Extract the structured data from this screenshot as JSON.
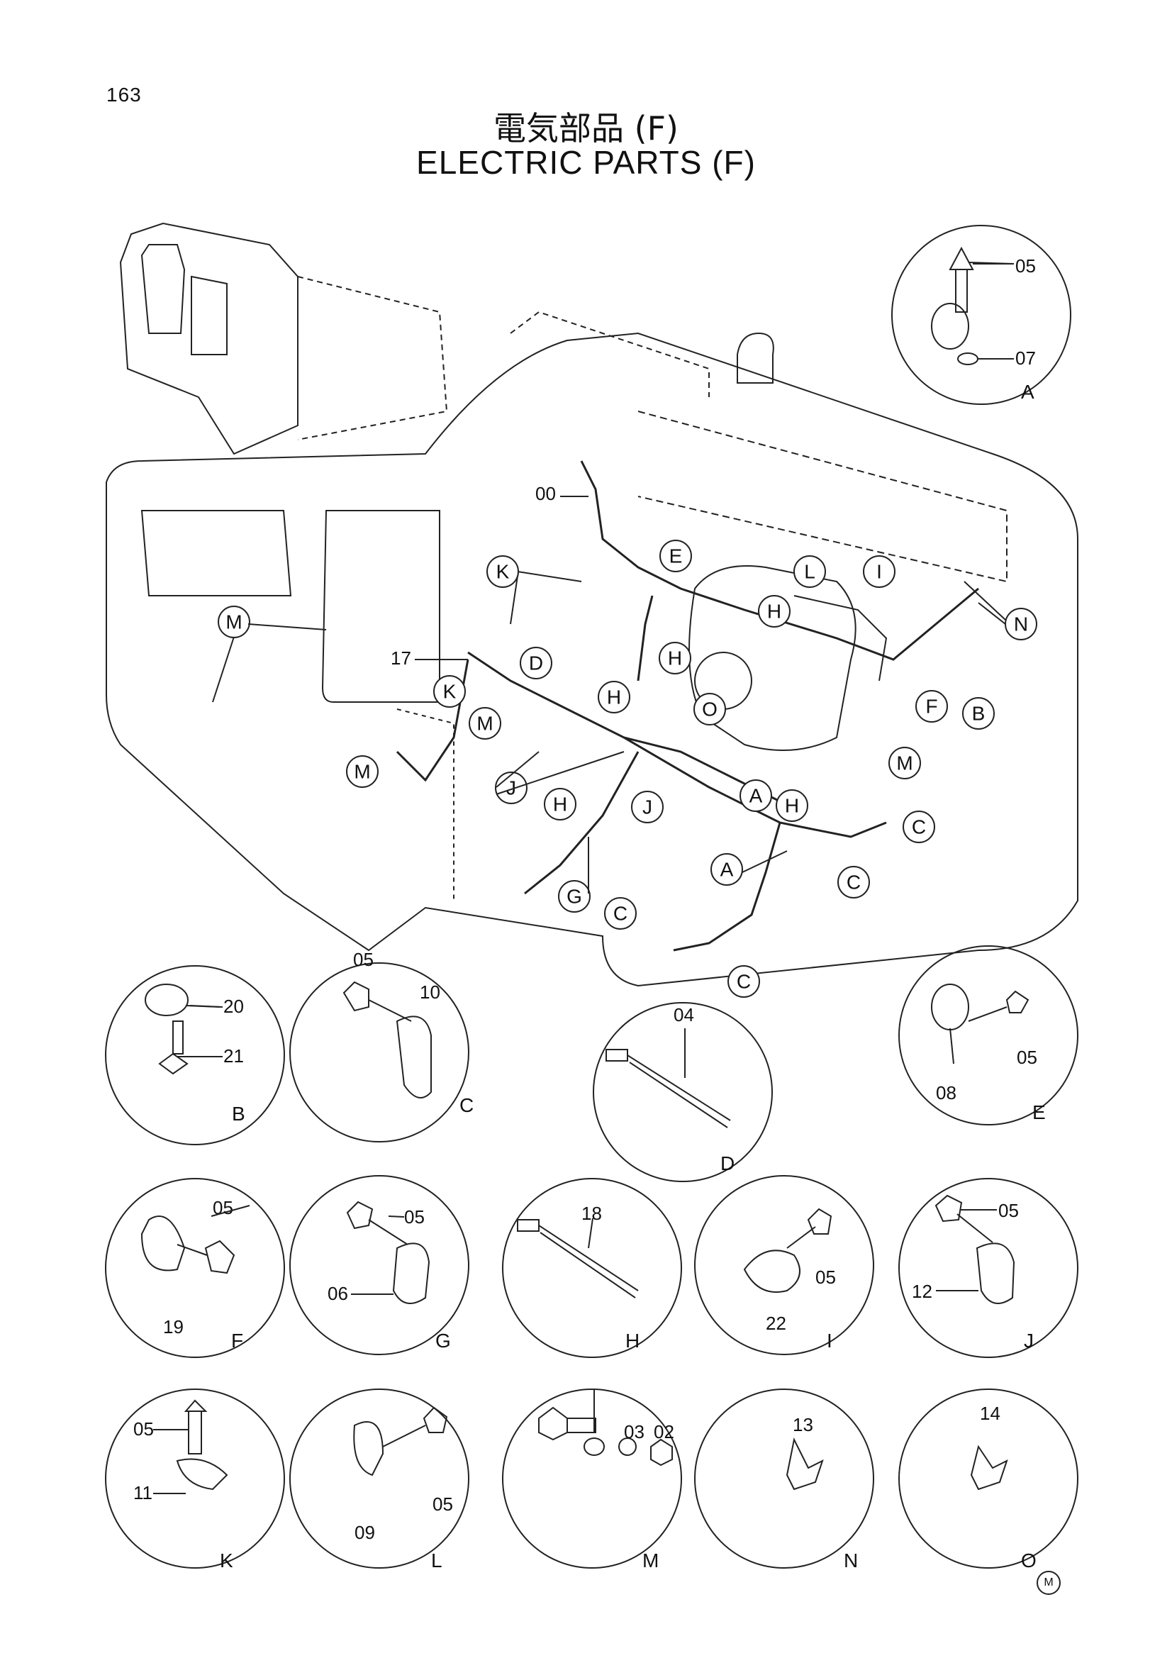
{
  "page_number": "163",
  "title_jp": "電気部品 (F)",
  "title_en": "ELECTRIC  PARTS (F)",
  "main_callouts": [
    "K",
    "E",
    "L",
    "I",
    "M",
    "H",
    "N",
    "D",
    "H",
    "K",
    "H",
    "O",
    "F",
    "B",
    "M",
    "M",
    "J",
    "A",
    "H",
    "H",
    "J",
    "C",
    "A",
    "C",
    "G",
    "C",
    "C"
  ],
  "main_part_labels": [
    "00",
    "17"
  ],
  "details": [
    {
      "letter": "A",
      "parts": [
        "05",
        "07"
      ]
    },
    {
      "letter": "B",
      "parts": [
        "20",
        "21"
      ]
    },
    {
      "letter": "C",
      "parts": [
        "05",
        "10"
      ]
    },
    {
      "letter": "D",
      "parts": [
        "04"
      ]
    },
    {
      "letter": "E",
      "parts": [
        "08",
        "05"
      ]
    },
    {
      "letter": "F",
      "parts": [
        "05",
        "19"
      ]
    },
    {
      "letter": "G",
      "parts": [
        "05",
        "06"
      ]
    },
    {
      "letter": "H",
      "parts": [
        "18"
      ]
    },
    {
      "letter": "I",
      "parts": [
        "05",
        "22"
      ]
    },
    {
      "letter": "J",
      "parts": [
        "05",
        "12"
      ]
    },
    {
      "letter": "K",
      "parts": [
        "05",
        "11"
      ]
    },
    {
      "letter": "L",
      "parts": [
        "05",
        "09"
      ]
    },
    {
      "letter": "M",
      "parts": [
        "03",
        "02"
      ]
    },
    {
      "letter": "N",
      "parts": [
        "13"
      ]
    },
    {
      "letter": "O",
      "parts": [
        "14"
      ]
    }
  ],
  "footer_mark": "M"
}
